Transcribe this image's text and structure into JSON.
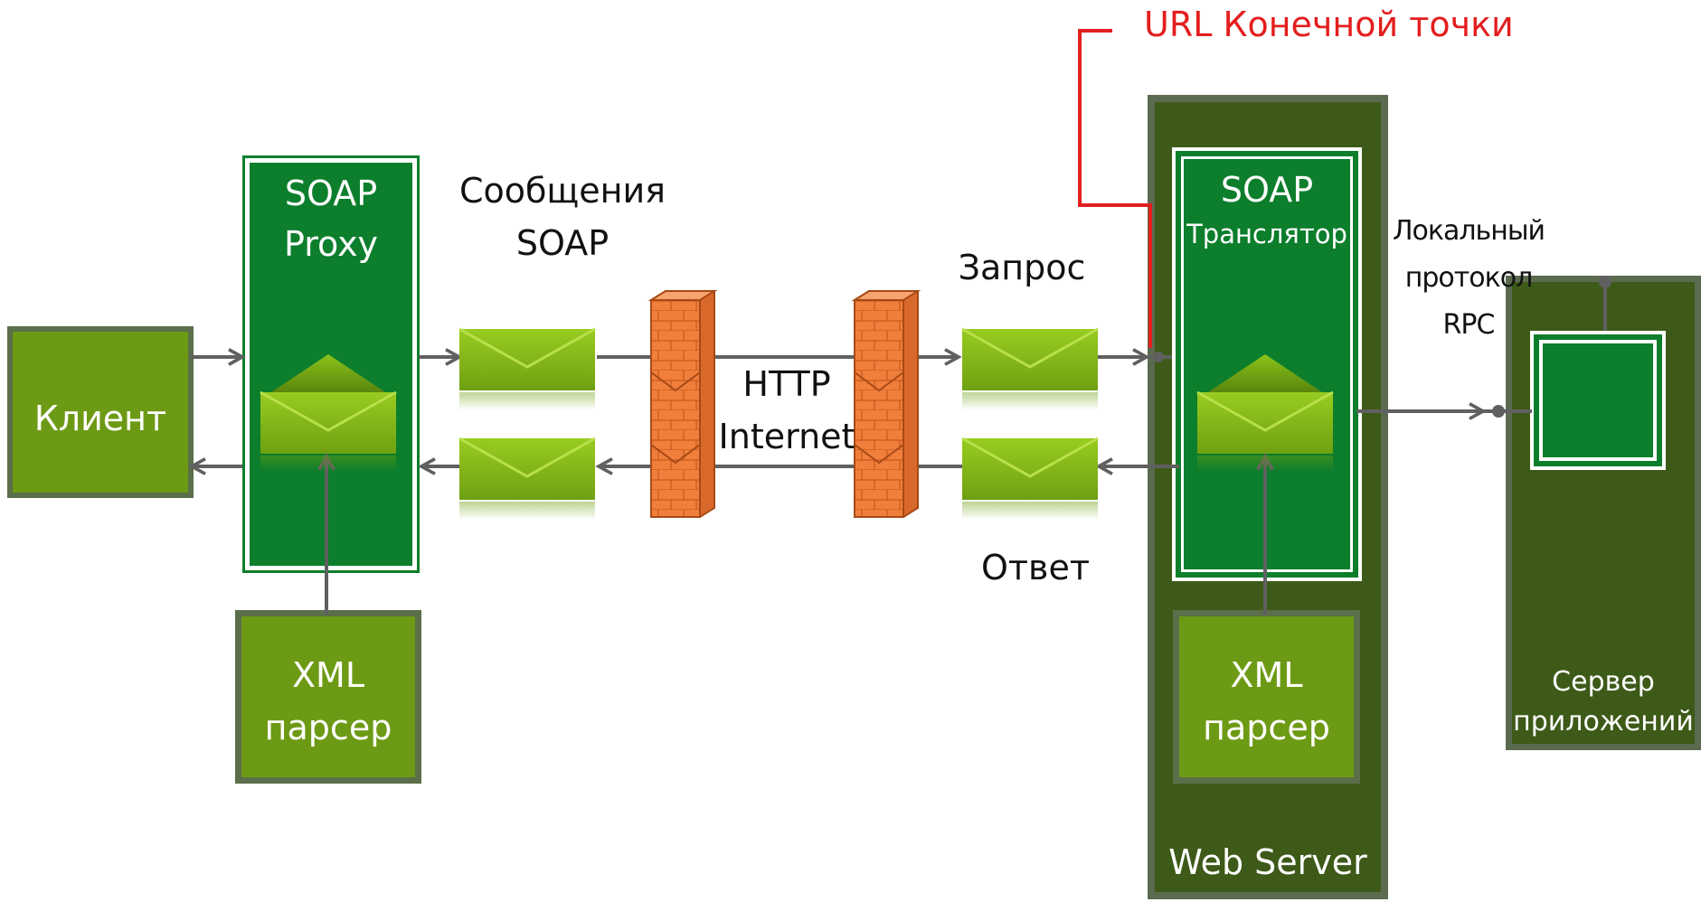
{
  "client": {
    "label": "Клиент"
  },
  "proxy": {
    "line1": "SOAP",
    "line2": "Proxy"
  },
  "xml_parser_left": {
    "line1": "XML",
    "line2": "парсер"
  },
  "xml_parser_right": {
    "line1": "XML",
    "line2": "парсер"
  },
  "messages_label": {
    "line1": "Сообщения",
    "line2": "SOAP"
  },
  "request_label": "Запрос",
  "response_label": "Ответ",
  "network_label": {
    "line1": "HTTP",
    "line2": "Internet"
  },
  "web_server": {
    "label": "Web Server"
  },
  "translator": {
    "line1": "SOAP",
    "line2": "Транслятор"
  },
  "local_rpc": {
    "line1": "Локальный",
    "line2": "протокол",
    "line3": "RPC"
  },
  "app_server": {
    "line1": "Сервер",
    "line2": "приложений"
  },
  "endpoint_url": "URL Конечной точки",
  "colors": {
    "box_green": "#6d9a14",
    "box_border": "#5b6f4b",
    "soap_green": "#0c7e2c",
    "server_dark": "#3d5a18",
    "envelope": "#8cc21a",
    "firewall": "#f07f3c",
    "arrow": "#606060",
    "url_red": "#e31e1e"
  },
  "icons": [
    "envelope-icon",
    "firewall-icon",
    "arrow-icon"
  ]
}
